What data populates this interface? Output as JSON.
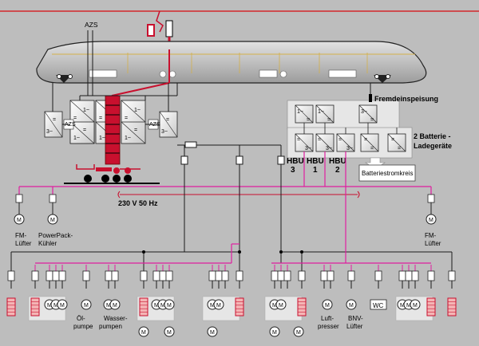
{
  "labels": {
    "azs": "AZS",
    "fremdeinspeisung": "Fremdeinspeisung",
    "batterie_line1": "2 Batterie -",
    "batterie_line2": "Ladegeräte",
    "hbu": "HBU",
    "hbu3": "3",
    "hbu1": "1",
    "hbu2": "2",
    "batteriestromkreis": "Batteriestromkreis",
    "voltage": "230 V 50 Hz",
    "fm_luefter_left_1": "FM-",
    "fm_luefter_left_2": "Lüfter",
    "powerpack_1": "PowerPack-",
    "powerpack_2": "Kühler",
    "fm_luefter_right_1": "FM-",
    "fm_luefter_right_2": "Lüfter",
    "oel_1": "Öl-",
    "oel_2": "pumpe",
    "wasser": "Wasser-",
    "pumpen": "pumpen",
    "luft_1": "Luft-",
    "luft_2": "presser",
    "bnv_1": "BNV-",
    "bnv_2": "Lüfter",
    "wc": "WC",
    "azs_small": "AZS",
    "motor": "M"
  },
  "colors": {
    "background": "#bdbdbd",
    "catenary": "#d4262b",
    "ac_bus": "#e01ea0",
    "traction": "#c8102e",
    "wire": "#1a1a1a",
    "carbody": "#cfcfcf",
    "panel": "#e6e6e6"
  }
}
